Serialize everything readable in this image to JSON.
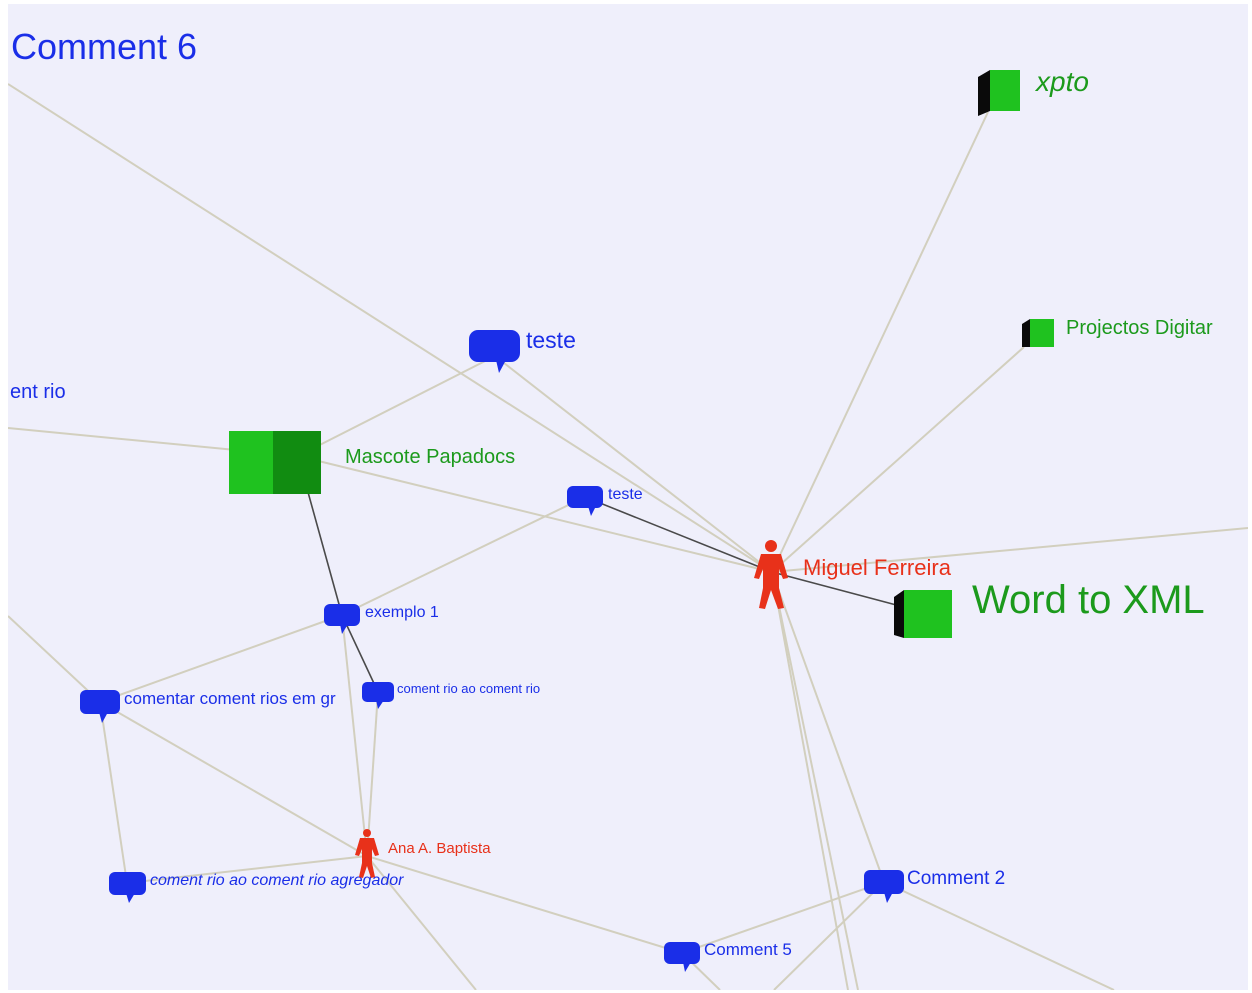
{
  "colors": {
    "background": "#efeffb",
    "comment": "#1a2ee8",
    "document": "#1fc21f",
    "person": "#e8311a",
    "edge": "#d2cfbe",
    "edge_strong": "#4a4a4a"
  },
  "nodes": {
    "comment6": {
      "kind": "text",
      "label": "Comment 6"
    },
    "commentRio": {
      "kind": "text",
      "label": "ent rio"
    },
    "xpto": {
      "kind": "document",
      "label": "xpto"
    },
    "projectos": {
      "kind": "document",
      "label": "Projectos Digitar"
    },
    "mascote": {
      "kind": "document",
      "label": "Mascote Papadocs"
    },
    "wordxml": {
      "kind": "document",
      "label": "Word to XML"
    },
    "teste1": {
      "kind": "comment",
      "label": "teste"
    },
    "teste2": {
      "kind": "comment",
      "label": "teste"
    },
    "exemplo": {
      "kind": "comment",
      "label": "exemplo 1"
    },
    "comentarGrupo": {
      "kind": "comment",
      "label": "comentar coment rios em gr"
    },
    "comentRio": {
      "kind": "comment",
      "label": "coment rio ao coment rio"
    },
    "comentAgregador": {
      "kind": "comment",
      "label": "coment rio ao coment rio agregador"
    },
    "comment2": {
      "kind": "comment",
      "label": "Comment 2"
    },
    "comment5": {
      "kind": "comment",
      "label": "Comment 5"
    },
    "miguel": {
      "kind": "person",
      "label": "Miguel Ferreira"
    },
    "ana": {
      "kind": "person",
      "label": "Ana A. Baptista"
    }
  },
  "edges": [
    [
      "comment6",
      "miguel"
    ],
    [
      "commentRio",
      "mascote"
    ],
    [
      "mascote",
      "teste1"
    ],
    [
      "mascote",
      "miguel"
    ],
    [
      "mascote",
      "exemplo",
      "strong"
    ],
    [
      "teste1",
      "miguel"
    ],
    [
      "teste2",
      "miguel",
      "strong"
    ],
    [
      "teste2",
      "exemplo"
    ],
    [
      "xpto",
      "miguel"
    ],
    [
      "projectos",
      "miguel"
    ],
    [
      "miguel",
      "wordxml",
      "strong"
    ],
    [
      "miguel",
      "rightEdge"
    ],
    [
      "miguel",
      "comment2"
    ],
    [
      "miguel",
      "bottomA"
    ],
    [
      "miguel",
      "bottomB"
    ],
    [
      "exemplo",
      "comentarGrupo"
    ],
    [
      "exemplo",
      "ana"
    ],
    [
      "exemplo",
      "comentRio",
      "strong"
    ],
    [
      "comentRio",
      "ana"
    ],
    [
      "comentarGrupo",
      "ana"
    ],
    [
      "comentarGrupo",
      "comentAgregador"
    ],
    [
      "comentAgregador",
      "ana"
    ],
    [
      "ana",
      "comment5"
    ],
    [
      "ana",
      "bottomC"
    ],
    [
      "comment5",
      "comment2"
    ],
    [
      "comment5",
      "bottomD"
    ],
    [
      "comment2",
      "bottomE"
    ],
    [
      "comment2",
      "bottomF"
    ],
    [
      "leftEdge",
      "comentarGrupo"
    ]
  ]
}
